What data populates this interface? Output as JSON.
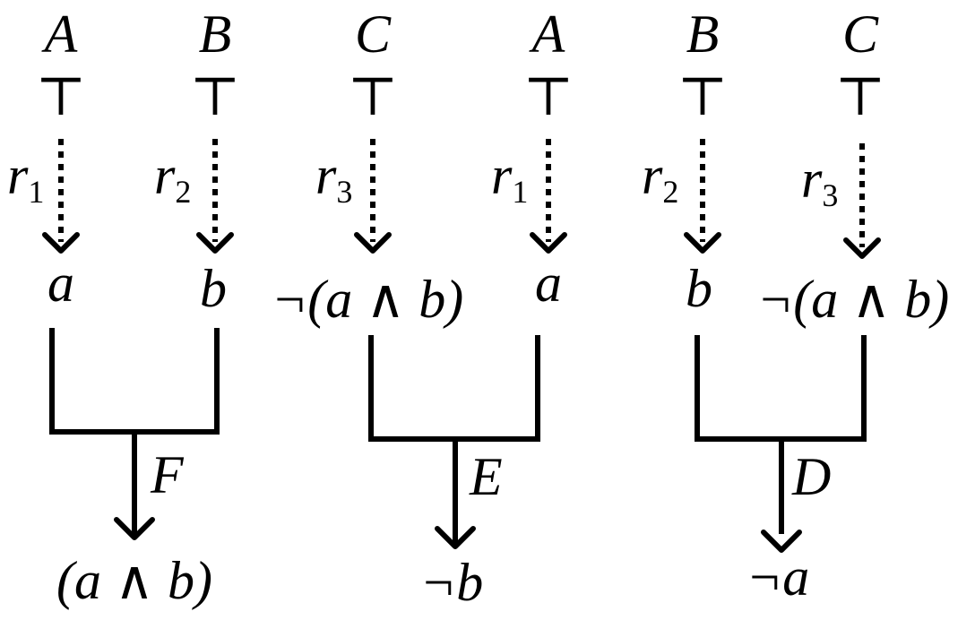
{
  "groups": [
    {
      "id": "F",
      "left": {
        "source": "A",
        "top_symbol": "⊤",
        "rule": "r",
        "rule_sub": "1",
        "conclusion": "a"
      },
      "right": {
        "source": "B",
        "top_symbol": "⊤",
        "rule": "r",
        "rule_sub": "2",
        "conclusion": "b"
      },
      "combiner": "F",
      "result": "(a ∧ b)"
    },
    {
      "id": "E",
      "left": {
        "source": "C",
        "top_symbol": "⊤",
        "rule": "r",
        "rule_sub": "3",
        "conclusion": "¬(a ∧ b)"
      },
      "right": {
        "source": "A",
        "top_symbol": "⊤",
        "rule": "r",
        "rule_sub": "1",
        "conclusion": "a"
      },
      "combiner": "E",
      "result": "¬b"
    },
    {
      "id": "D",
      "left": {
        "source": "B",
        "top_symbol": "⊤",
        "rule": "r",
        "rule_sub": "2",
        "conclusion": "b"
      },
      "right": {
        "source": "C",
        "top_symbol": "⊤",
        "rule": "r",
        "rule_sub": "3",
        "conclusion": "¬(a ∧ b)"
      },
      "combiner": "D",
      "result": "¬a"
    }
  ]
}
